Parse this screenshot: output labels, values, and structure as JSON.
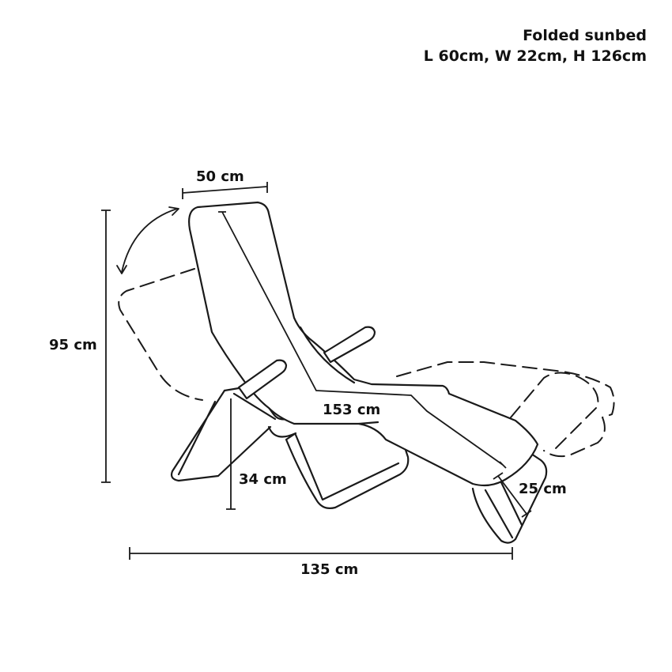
{
  "folded": {
    "title": "Folded sunbed",
    "dimensions": "L 60cm, W 22cm, H 126cm"
  },
  "dimensions": {
    "width_top": "50 cm",
    "height": "95 cm",
    "diagonal_length": "153 cm",
    "seat_height": "34 cm",
    "leg_width": "25 cm",
    "base_length": "135 cm"
  },
  "colors": {
    "line": "#1a1a1a",
    "text": "#111111",
    "background": "#ffffff"
  }
}
